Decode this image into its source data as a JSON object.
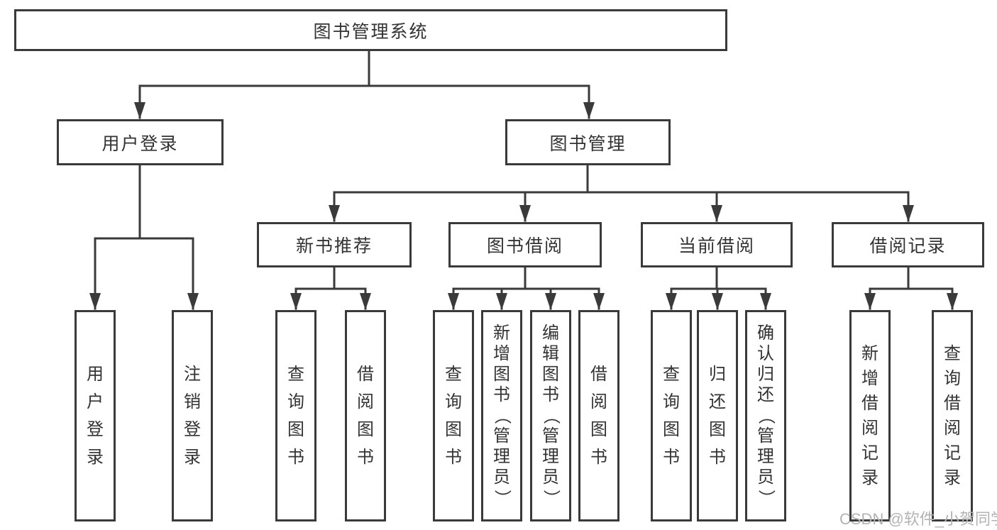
{
  "diagram_title": "图书管理系统",
  "watermark": "CSDN @软件_小贺同学",
  "colors": {
    "line": "#3a3a3a",
    "text": "#333333",
    "background": "#ffffff",
    "watermark": "#b3b3b3"
  },
  "nodes": {
    "root": {
      "label": "图书管理系统",
      "children": [
        "用户登录",
        "图书管理"
      ]
    },
    "level2": [
      {
        "label": "用户登录",
        "children": [
          "用户登录",
          "注销登录"
        ]
      },
      {
        "label": "图书管理",
        "children": [
          "新书推荐",
          "图书借阅",
          "当前借阅",
          "借阅记录"
        ]
      }
    ],
    "level3": [
      {
        "label": "新书推荐",
        "children": [
          "查询图书",
          "借阅图书"
        ]
      },
      {
        "label": "图书借阅",
        "children": [
          "查询图书",
          "新增图书（管理员）",
          "编辑图书（管理员）",
          "借阅图书"
        ]
      },
      {
        "label": "当前借阅",
        "children": [
          "查询图书",
          "归还图书",
          "确认归还（管理员）"
        ]
      },
      {
        "label": "借阅记录",
        "children": [
          "新增借阅记录",
          "查询借阅记录"
        ]
      }
    ],
    "leaves": [
      {
        "parent": "用户登录",
        "label": "用户登录"
      },
      {
        "parent": "用户登录",
        "label": "注销登录"
      },
      {
        "parent": "新书推荐",
        "label": "查询图书"
      },
      {
        "parent": "新书推荐",
        "label": "借阅图书"
      },
      {
        "parent": "图书借阅",
        "label": "查询图书"
      },
      {
        "parent": "图书借阅",
        "label": "新增图书（管理员）"
      },
      {
        "parent": "图书借阅",
        "label": "编辑图书（管理员）"
      },
      {
        "parent": "图书借阅",
        "label": "借阅图书"
      },
      {
        "parent": "当前借阅",
        "label": "查询图书"
      },
      {
        "parent": "当前借阅",
        "label": "归还图书"
      },
      {
        "parent": "当前借阅",
        "label": "确认归还（管理员）"
      },
      {
        "parent": "借阅记录",
        "label": "新增借阅记录"
      },
      {
        "parent": "借阅记录",
        "label": "查询借阅记录"
      }
    ]
  }
}
